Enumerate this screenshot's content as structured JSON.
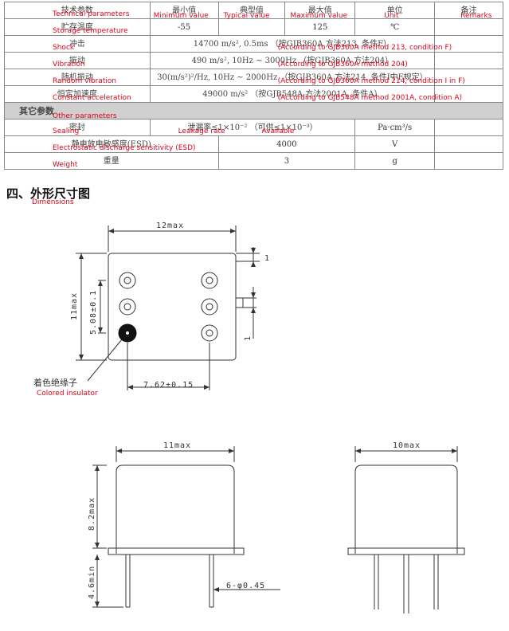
{
  "table": {
    "header": {
      "param_cn": "技术参数",
      "param_en": "Technical parameters",
      "min_cn": "最小值",
      "min_en": "Minimum value",
      "typ_cn": "典型值",
      "typ_en": "Typical value",
      "max_cn": "最大值",
      "max_en": "Maximum value",
      "unit_cn": "单位",
      "unit_en": "Unit",
      "remarks_cn": "备注",
      "remarks_en": "Remarks"
    },
    "storage": {
      "cn": "贮存温度",
      "en": "Storage temperature",
      "min": "-55",
      "max": "125",
      "unit": "℃"
    },
    "shock": {
      "cn": "冲击",
      "en": "Shock",
      "value": "14700 m/s², 0.5ms （按GJB360A 方法213, 条件F）",
      "note": "(According to GJB360A method 213, condition F)"
    },
    "vibration": {
      "cn": "振动",
      "en": "Vibration",
      "value": "490 m/s², 10Hz ~ 3000Hz （按GJB360A 方法204）",
      "note": "(According to GJB360A method 204)"
    },
    "random": {
      "cn": "随机振动",
      "en": "Random vibration",
      "value": "30(m/s²)²/Hz, 10Hz ~ 2000Hz （按GJB360A 方法214, 条件I中F规定）",
      "note": "(According to GJB360A method 214, condition I in F)"
    },
    "accel": {
      "cn": "恒定加速度",
      "en": "Constant acceleration",
      "value": "49000 m/s² （按GJB548A 方法2001A, 条件A）",
      "note": "(According to GJB548A method 2001A, condition A)"
    },
    "other": {
      "cn": "其它参数",
      "en": "Other parameters"
    },
    "sealing": {
      "cn": "密封",
      "en": "Sealing",
      "value": "泄漏率≤1×10⁻² （可供≤1×10⁻³）",
      "rate_en": "Leakage rate",
      "avail_en": "Available",
      "unit": "Pa·cm³/s"
    },
    "esd": {
      "cn": "静电放电敏感度(ESD)",
      "en": "Electrostatic discharge sensitivity (ESD)",
      "value": "4000",
      "unit": "V"
    },
    "weight": {
      "cn": "重量",
      "en": "Weight",
      "value": "3",
      "unit": "g"
    }
  },
  "section": {
    "cn": "四、外形尺寸图",
    "en": "Dimensions"
  },
  "top_view": {
    "width_label": "12max",
    "height_label": "11max",
    "pitch_v_label": "5.08±0.1",
    "pitch_h_label": "7.62±0.15",
    "pin_label": "1",
    "tab_label": "1",
    "insulator_cn": "着色绝缘子",
    "insulator_en": "Colored insulator"
  },
  "side_view": {
    "width_label": "11max",
    "height_label": "8.2max",
    "lead_label": "4.6min",
    "pin_dia_label": "6-φ0.45"
  },
  "end_view": {
    "width_label": "10max"
  }
}
